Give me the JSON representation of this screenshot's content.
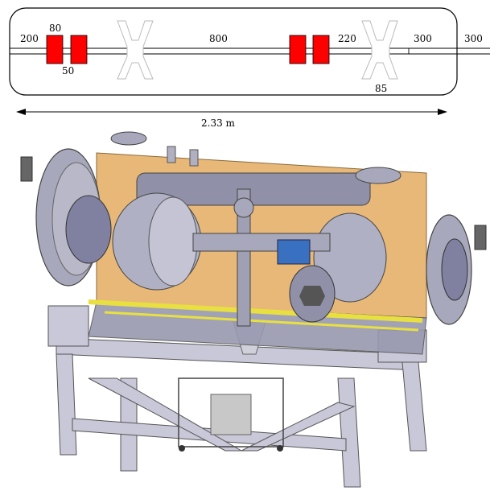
{
  "schematic": {
    "labels": {
      "l200": "200",
      "l80": "80",
      "l50": "50",
      "l800": "800",
      "l220": "220",
      "l300a": "300",
      "l300b": "300",
      "l85": "85"
    },
    "total_length": "2.33 m"
  },
  "colors": {
    "magnet": "#ff0000",
    "frame": "#c8c8d8",
    "vessel_inner": "#e8b878",
    "rail": "#e8e040",
    "vessel": "#9898b0"
  }
}
